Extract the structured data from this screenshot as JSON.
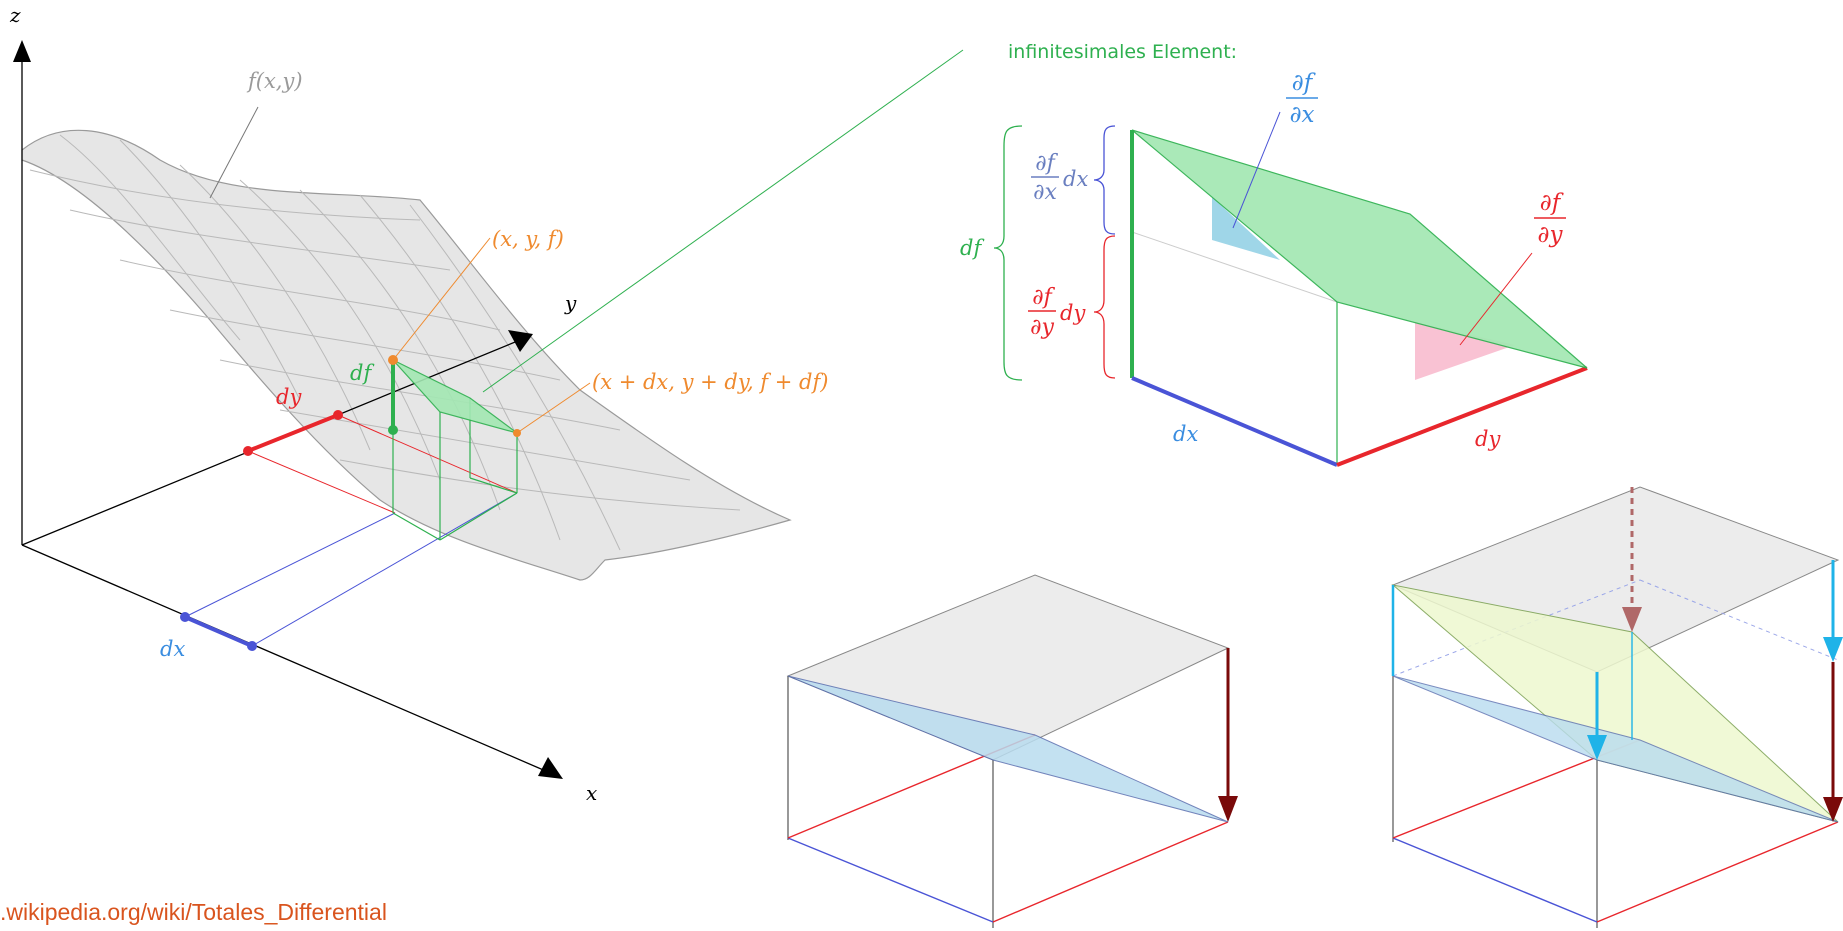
{
  "colors": {
    "orange": "#ef8a2e",
    "green": "#2eb04f",
    "red": "#e8262c",
    "blue": "#4a54d6",
    "gray": "#9a9a9a",
    "cyan": "#1fb3e8",
    "darkred": "#7a0a0a",
    "url": "#d9541e"
  },
  "main_plot": {
    "axis_z": "z",
    "axis_y": "y",
    "axis_x": "x",
    "surface_label": "f(x,y)",
    "point_label": "(x,  y,  f)",
    "point2_label": "(x + dx,  y + dy,  f + df)",
    "df_label": "df",
    "dy_label": "dy",
    "dx_label": "dx"
  },
  "element": {
    "title": "infinitesimales Element:",
    "pdx_top": "∂f",
    "pdx_bottom": "∂x",
    "pdy_top": "∂f",
    "pdy_bottom": "∂y",
    "brace_dx_top": "∂f",
    "brace_dx_bottom": "∂x",
    "brace_dx_suffix": "dx",
    "brace_dy_top": "∂f",
    "brace_dy_bottom": "∂y",
    "brace_dy_suffix": "dy",
    "df_label": "df",
    "dx_label": "dx",
    "dy_label": "dy"
  },
  "source_url": ".wikipedia.org/wiki/Totales_Differential"
}
